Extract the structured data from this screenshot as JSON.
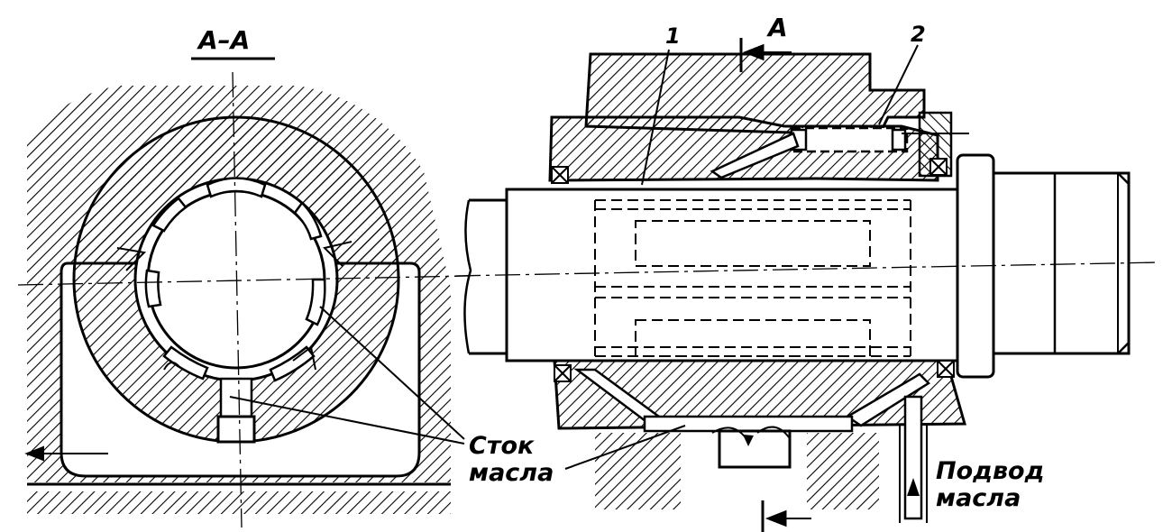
{
  "figure": {
    "section_title": "А–А",
    "section_marker": "А",
    "callouts": [
      "1",
      "2"
    ],
    "labels": {
      "oil_drain": [
        "Сток",
        "масла"
      ],
      "oil_supply": [
        "Подвод",
        "масла"
      ]
    }
  }
}
